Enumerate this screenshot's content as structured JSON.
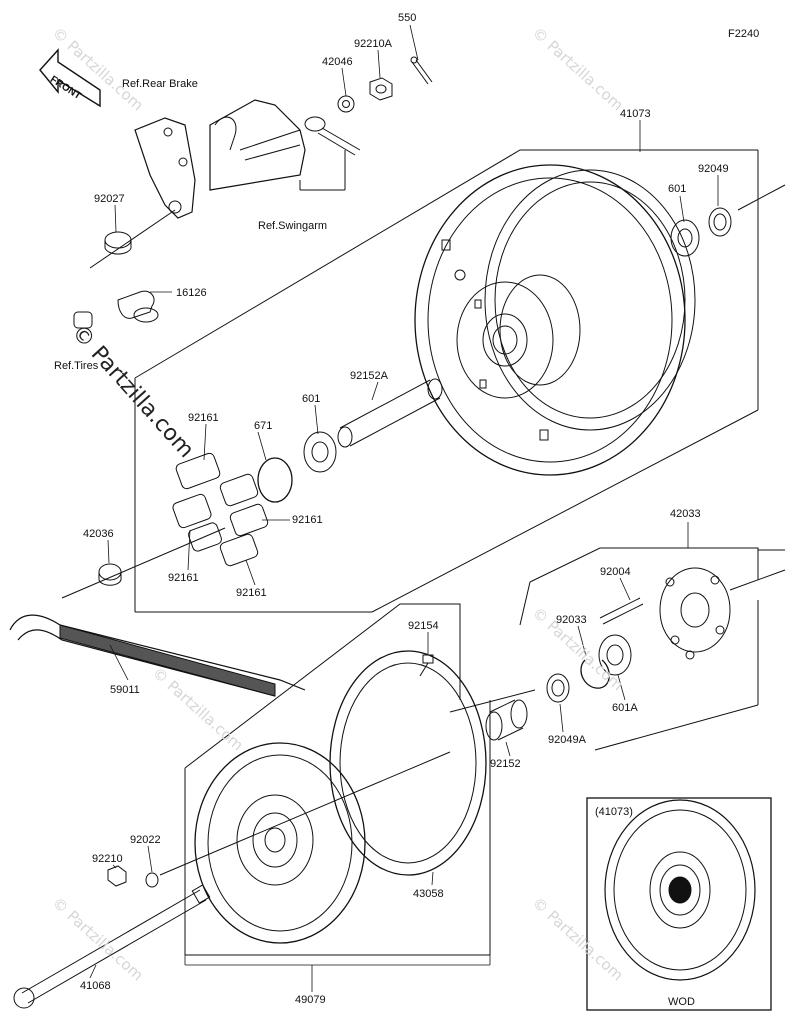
{
  "diagram_code": "F2240",
  "watermark": "© Partzilla.com",
  "front_arrow": "FRONT",
  "refs": {
    "rear_brake": "Ref.Rear Brake",
    "swingarm": "Ref.Swingarm",
    "tires": "Ref.Tires"
  },
  "inset": {
    "code": "(41073)",
    "caption": "WOD"
  },
  "parts": {
    "p550": "550",
    "p92210A": "92210A",
    "p42046": "42046",
    "p41073": "41073",
    "p92049": "92049",
    "p601_top": "601",
    "p92027": "92027",
    "p16126": "16126",
    "p92152A": "92152A",
    "p601_mid": "601",
    "p92161_top": "92161",
    "p671": "671",
    "p92161_right": "92161",
    "p42036": "42036",
    "p92161_left": "92161",
    "p92161_bottom": "92161",
    "p42033": "42033",
    "p92004": "92004",
    "p92033": "92033",
    "p92154": "92154",
    "p59011": "59011",
    "p601A": "601A",
    "p92049A": "92049A",
    "p92152": "92152",
    "p92022": "92022",
    "p92210": "92210",
    "p43058": "43058",
    "p41068": "41068",
    "p49079": "49079"
  }
}
